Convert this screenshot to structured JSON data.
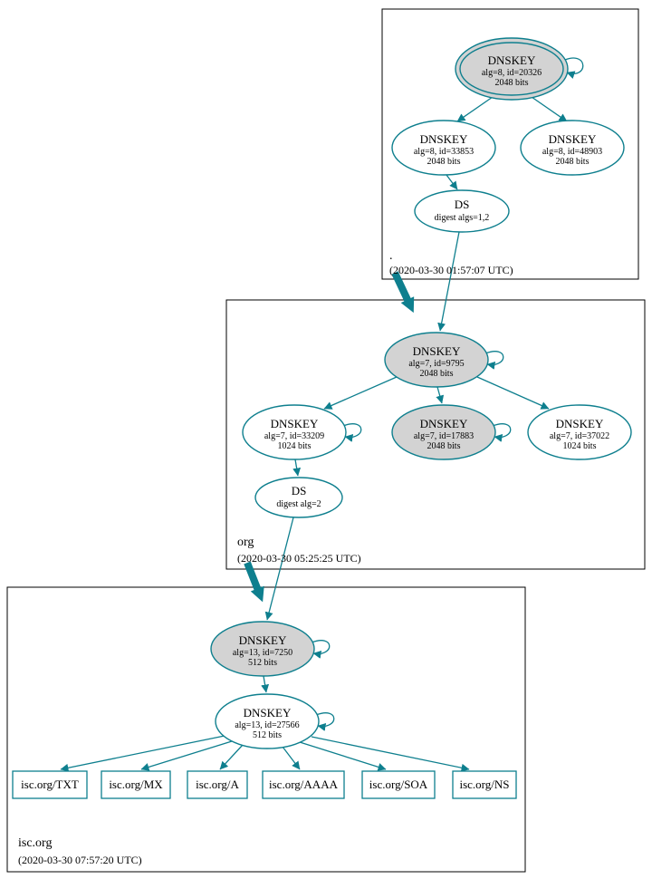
{
  "colors": {
    "edge": "#0e7f8e",
    "ksk_fill": "#d3d3d3"
  },
  "zones": {
    "root": {
      "name": ".",
      "timestamp": "(2020-03-30 01:57:07 UTC)",
      "nodes": {
        "ksk": {
          "title": "DNSKEY",
          "detail1": "alg=8, id=20326",
          "detail2": "2048 bits"
        },
        "zsk1": {
          "title": "DNSKEY",
          "detail1": "alg=8, id=33853",
          "detail2": "2048 bits"
        },
        "zsk2": {
          "title": "DNSKEY",
          "detail1": "alg=8, id=48903",
          "detail2": "2048 bits"
        },
        "ds": {
          "title": "DS",
          "detail1": "digest algs=1,2"
        }
      }
    },
    "org": {
      "name": "org",
      "timestamp": "(2020-03-30 05:25:25 UTC)",
      "nodes": {
        "ksk": {
          "title": "DNSKEY",
          "detail1": "alg=7, id=9795",
          "detail2": "2048 bits"
        },
        "zsk1": {
          "title": "DNSKEY",
          "detail1": "alg=7, id=33209",
          "detail2": "1024 bits"
        },
        "zsk2": {
          "title": "DNSKEY",
          "detail1": "alg=7, id=17883",
          "detail2": "2048 bits"
        },
        "zsk3": {
          "title": "DNSKEY",
          "detail1": "alg=7, id=37022",
          "detail2": "1024 bits"
        },
        "ds": {
          "title": "DS",
          "detail1": "digest alg=2"
        }
      }
    },
    "isc": {
      "name": "isc.org",
      "timestamp": "(2020-03-30 07:57:20 UTC)",
      "nodes": {
        "ksk": {
          "title": "DNSKEY",
          "detail1": "alg=13, id=7250",
          "detail2": "512 bits"
        },
        "zsk": {
          "title": "DNSKEY",
          "detail1": "alg=13, id=27566",
          "detail2": "512 bits"
        }
      },
      "rrsets": [
        "isc.org/TXT",
        "isc.org/MX",
        "isc.org/A",
        "isc.org/AAAA",
        "isc.org/SOA",
        "isc.org/NS"
      ]
    }
  }
}
